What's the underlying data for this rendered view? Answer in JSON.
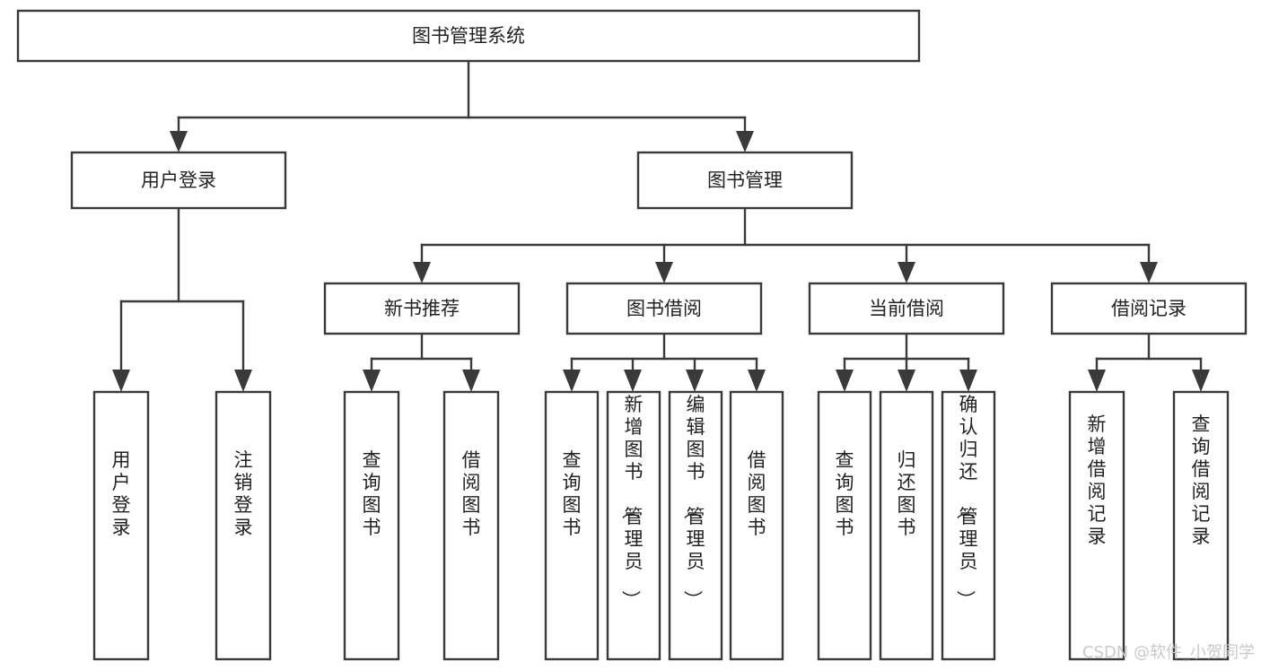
{
  "diagram": {
    "title": "图书管理系统",
    "type": "tree",
    "orientation": "top-down",
    "colors": {
      "box_fill": "#ffffff",
      "box_stroke": "#3a3a3a",
      "text": "#222222",
      "watermark": "#c9c9c9",
      "background": "#ffffff"
    },
    "root": {
      "id": "root",
      "label": "图书管理系统",
      "level": 0
    },
    "level2": [
      {
        "id": "user-login",
        "label": "用户登录",
        "level": 1
      },
      {
        "id": "book-management",
        "label": "图书管理",
        "level": 1
      }
    ],
    "level3": [
      {
        "id": "new-book-recommend",
        "label": "新书推荐",
        "level": 2,
        "parent": "book-management"
      },
      {
        "id": "book-borrow",
        "label": "图书借阅",
        "level": 2,
        "parent": "book-management"
      },
      {
        "id": "current-borrow",
        "label": "当前借阅",
        "level": 2,
        "parent": "book-management"
      },
      {
        "id": "borrow-record",
        "label": "借阅记录",
        "level": 2,
        "parent": "book-management"
      }
    ],
    "leaves": [
      {
        "id": "leaf-user-login",
        "label": "用户登录",
        "parent": "user-login"
      },
      {
        "id": "leaf-logout",
        "label": "注销登录",
        "parent": "user-login"
      },
      {
        "id": "leaf-query-book-1",
        "label": "查询图书",
        "parent": "new-book-recommend"
      },
      {
        "id": "leaf-borrow-book-1",
        "label": "借阅图书",
        "parent": "new-book-recommend"
      },
      {
        "id": "leaf-query-book-2",
        "label": "查询图书",
        "parent": "book-borrow"
      },
      {
        "id": "leaf-add-book",
        "label": "新增图书（管理员）",
        "parent": "book-borrow"
      },
      {
        "id": "leaf-edit-book",
        "label": "编辑图书（管理员）",
        "parent": "book-borrow"
      },
      {
        "id": "leaf-borrow-book-2",
        "label": "借阅图书",
        "parent": "book-borrow"
      },
      {
        "id": "leaf-query-book-3",
        "label": "查询图书",
        "parent": "current-borrow"
      },
      {
        "id": "leaf-return-book",
        "label": "归还图书",
        "parent": "current-borrow"
      },
      {
        "id": "leaf-confirm-return",
        "label": "确认归还（管理员）",
        "parent": "current-borrow"
      },
      {
        "id": "leaf-add-record",
        "label": "新增借阅记录",
        "parent": "borrow-record"
      },
      {
        "id": "leaf-query-record",
        "label": "查询借阅记录",
        "parent": "borrow-record"
      }
    ]
  },
  "watermark": {
    "text": "CSDN @软件_小贺同学"
  }
}
